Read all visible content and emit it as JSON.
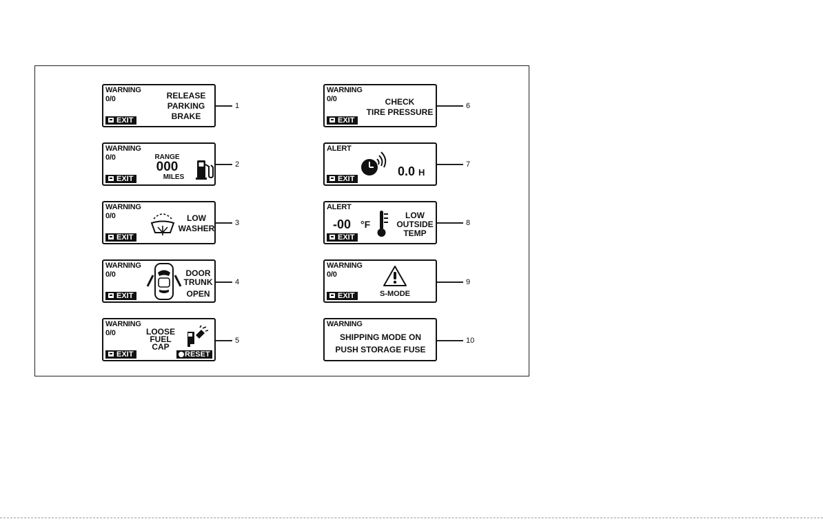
{
  "exit_label": "EXIT",
  "reset_label": "RESET",
  "panels": [
    {
      "num": "1",
      "header": "WARNING",
      "sub": "0/0",
      "lines": [
        "RELEASE",
        "PARKING",
        "BRAKE"
      ]
    },
    {
      "num": "2",
      "header": "WARNING",
      "sub": "0/0",
      "range_label": "RANGE",
      "range_value": "000",
      "range_unit": "MILES",
      "icon": "fuel-pump-icon"
    },
    {
      "num": "3",
      "header": "WARNING",
      "sub": "0/0",
      "lines": [
        "LOW",
        "WASHER"
      ],
      "icon": "washer-fluid-icon"
    },
    {
      "num": "4",
      "header": "WARNING",
      "sub": "0/0",
      "lines": [
        "DOOR",
        "TRUNK",
        "OPEN"
      ],
      "icon": "car-top-view-icon"
    },
    {
      "num": "5",
      "header": "WARNING",
      "sub": "0/0",
      "lines": [
        "LOOSE",
        "FUEL",
        "CAP"
      ],
      "icon": "fuel-cap-icon"
    },
    {
      "num": "6",
      "header": "WARNING",
      "sub": "0/0",
      "lines": [
        "CHECK",
        "TIRE PRESSURE"
      ]
    },
    {
      "num": "7",
      "header": "ALERT",
      "value": "0.0",
      "unit": "H",
      "icon": "clock-signal-icon"
    },
    {
      "num": "8",
      "header": "ALERT",
      "value": "-00",
      "unit": "°F",
      "lines": [
        "LOW",
        "OUTSIDE",
        "TEMP"
      ],
      "icon": "thermometer-icon"
    },
    {
      "num": "9",
      "header": "WARNING",
      "sub": "0/0",
      "lines": [
        "S-MODE"
      ],
      "icon": "warning-triangle-icon"
    },
    {
      "num": "10",
      "header": "WARNING",
      "lines": [
        "SHIPPING MODE ON",
        "PUSH STORAGE FUSE"
      ]
    }
  ]
}
